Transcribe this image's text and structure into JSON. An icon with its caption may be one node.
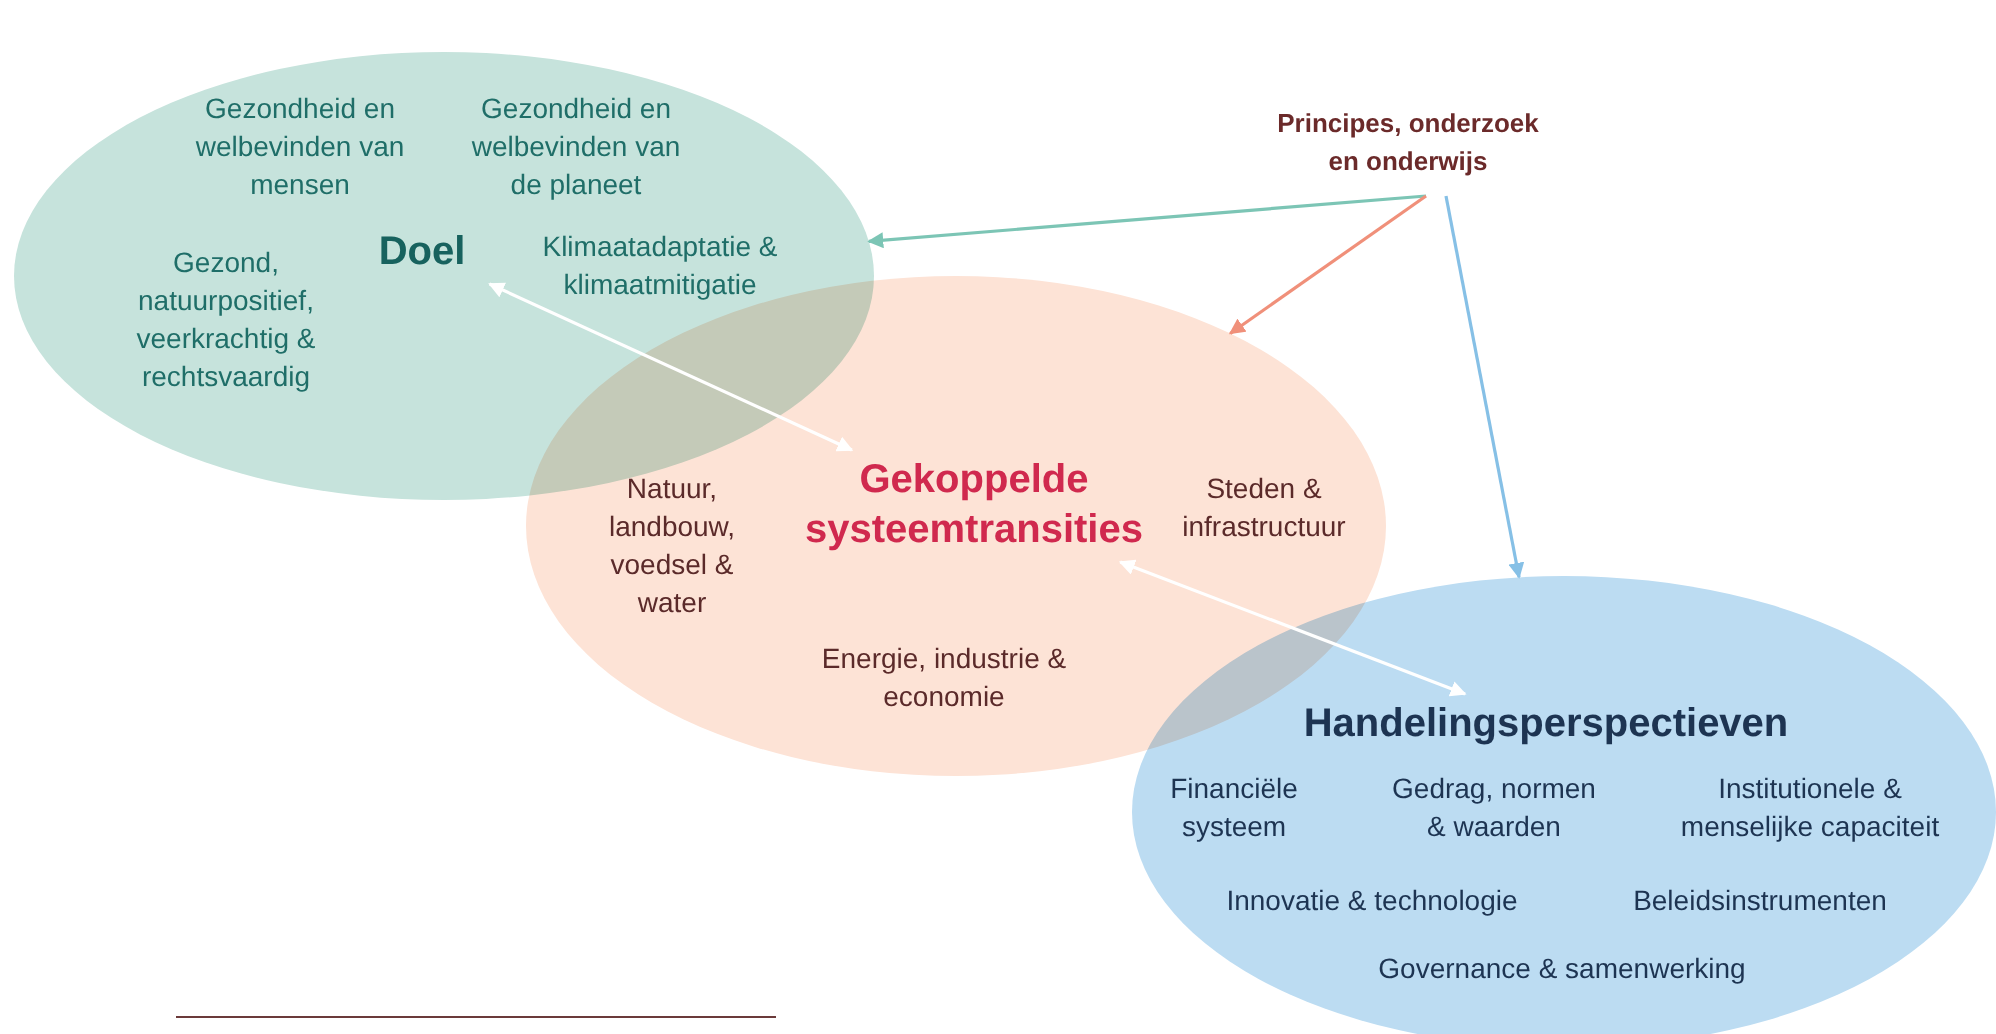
{
  "diagram": {
    "nodes": [
      {
        "text": [
          "Gezondheid en welbevinden van mensen",
          "Gezondheid en welbevinden van de planeet",
          "Gezond, natuurpositief, veerkrachtig & rechtsvaardig",
          "Klimaatadaptatie & klimaatmitigatie"
        ]
      },
      {
        "text": [
          "Doel"
        ],
        "in": 0
      },
      {
        "text": [
          "Natuur, landbouw, voedsel & water",
          "Steden & infrastructuur",
          "Energie, industrie & economie"
        ]
      },
      {
        "text": [
          "Gekoppelde systeemtransities"
        ],
        "in": 2
      },
      {
        "text": [
          "Financiële systeem",
          "Gedrag, normen & waarden",
          "Institutionele & menselijke capaciteit",
          "Innovatie & technologie",
          "Beleidsinstrumenten",
          "Governance & samenwerking"
        ]
      },
      {
        "text": [
          "Handelingsperspectieven"
        ],
        "in": 4
      },
      {
        "text": [
          "Principes, onderzoek en onderwijs"
        ]
      }
    ],
    "edges": [
      {
        "from": 1,
        "to": 3,
        "arrow": "both",
        "color": "#ffffff"
      },
      {
        "from": 3,
        "to": 5,
        "arrow": "both",
        "color": "#ffffff"
      },
      {
        "from": 6,
        "to": 0,
        "arrow": "to",
        "color": "#7cc5b5"
      },
      {
        "from": 6,
        "to": 2,
        "arrow": "to",
        "color": "#f0907a"
      },
      {
        "from": 6,
        "to": 4,
        "arrow": "to",
        "color": "#86c0e6"
      }
    ]
  }
}
